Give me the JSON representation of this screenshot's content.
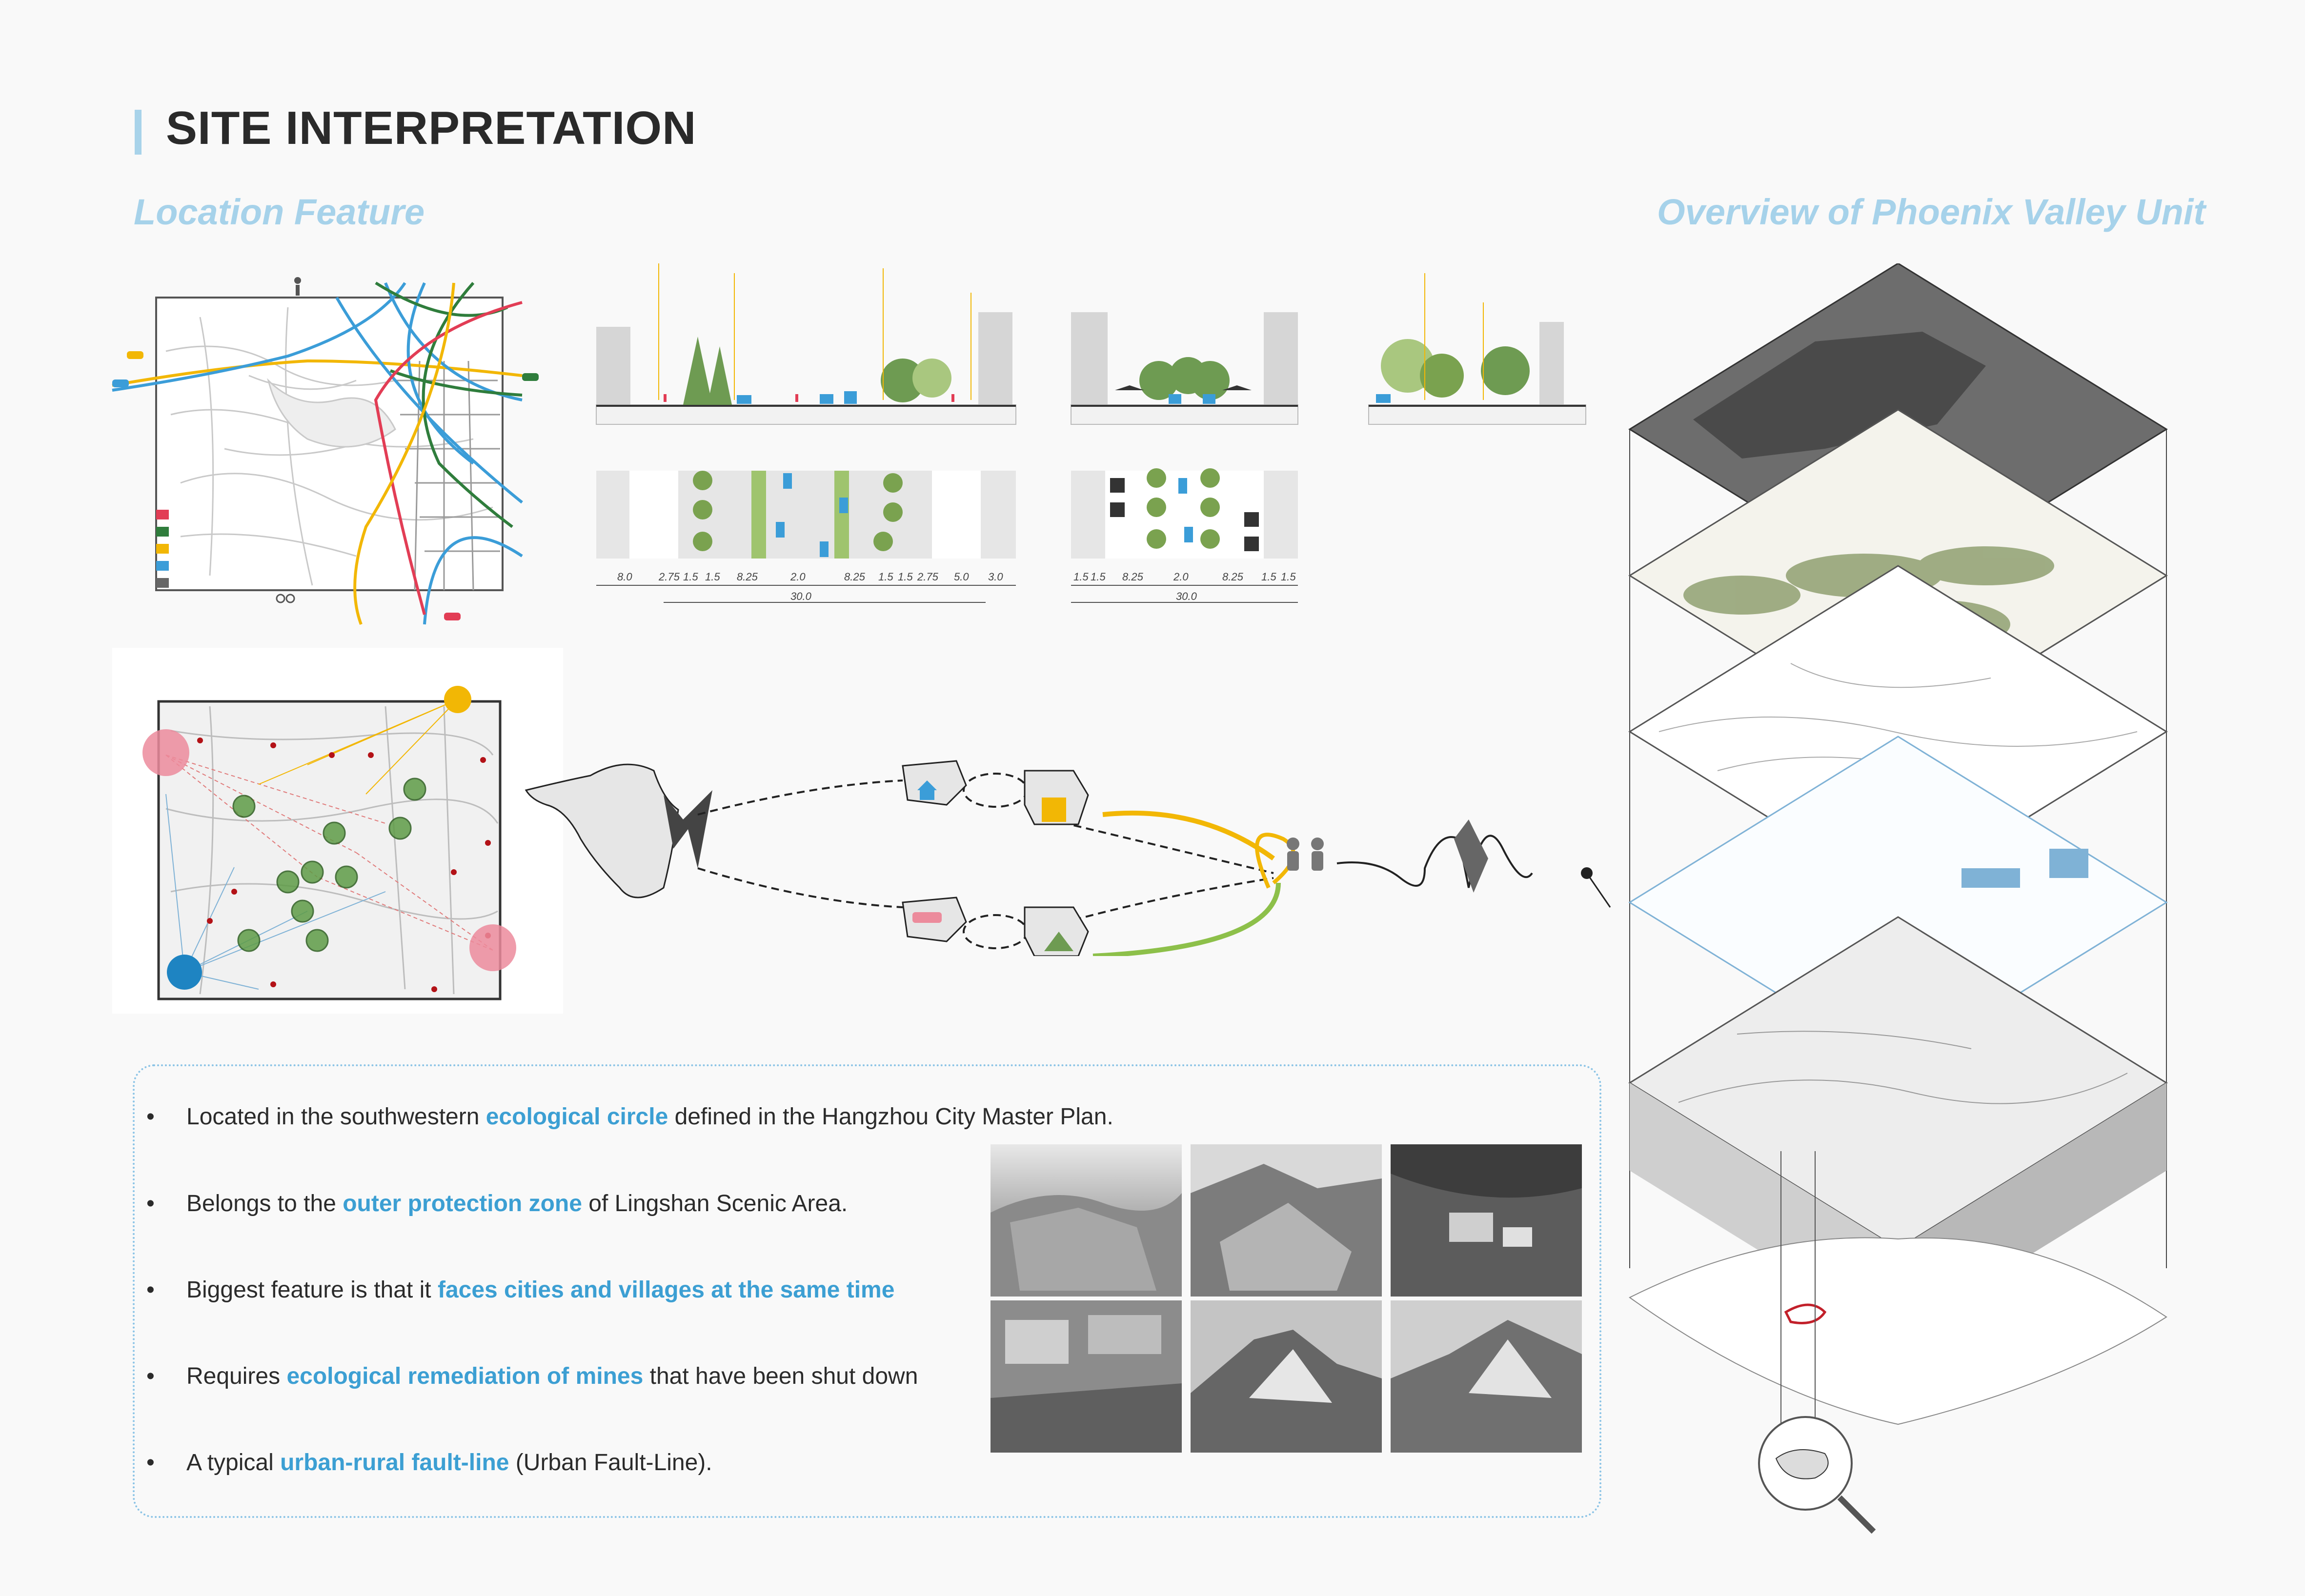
{
  "header": {
    "title": "SITE INTERPRETATION",
    "left_subtitle": "Location Feature",
    "right_subtitle": "Overview of Phoenix Valley Unit"
  },
  "section_dims": {
    "left": [
      "8.0",
      "2.75",
      "1.5",
      "1.5",
      "8.25",
      "2.0",
      "8.25",
      "1.5",
      "1.5",
      "2.75",
      "5.0",
      "3.0"
    ],
    "left_total": "30.0",
    "right": [
      "1.5",
      "1.5",
      "8.25",
      "2.0",
      "8.25",
      "1.5",
      "1.5"
    ],
    "right_total": "30.0"
  },
  "bullets": [
    {
      "before": "Located in the southwestern ",
      "highlight": "ecological circle",
      "after": " defined in the Hangzhou City Master Plan."
    },
    {
      "before": "Belongs to the ",
      "highlight": "outer protection zone",
      "after": " of Lingshan Scenic Area."
    },
    {
      "before": "Biggest feature is that it ",
      "highlight": "faces cities and villages at the same time",
      "after": ""
    },
    {
      "before": "Requires ",
      "highlight": "ecological remediation of mines",
      "after": " that have been shut down"
    },
    {
      "before": "A typical ",
      "highlight": "urban-rural fault-line",
      "after": " (Urban Fault-Line)."
    }
  ],
  "colors": {
    "accent_blue": "#3c9fd3",
    "subtitle_blue": "#a6d2ea",
    "route_red": "#e23d55",
    "route_green": "#2f7d3c",
    "route_yellow": "#f2b705",
    "route_blue": "#3b9dd8",
    "route_gray": "#666666"
  },
  "icons": [
    "car-icon",
    "pedestrian-icon",
    "bicycle-icon",
    "people-icon",
    "house-icon",
    "building-icon",
    "magnifier-icon"
  ]
}
